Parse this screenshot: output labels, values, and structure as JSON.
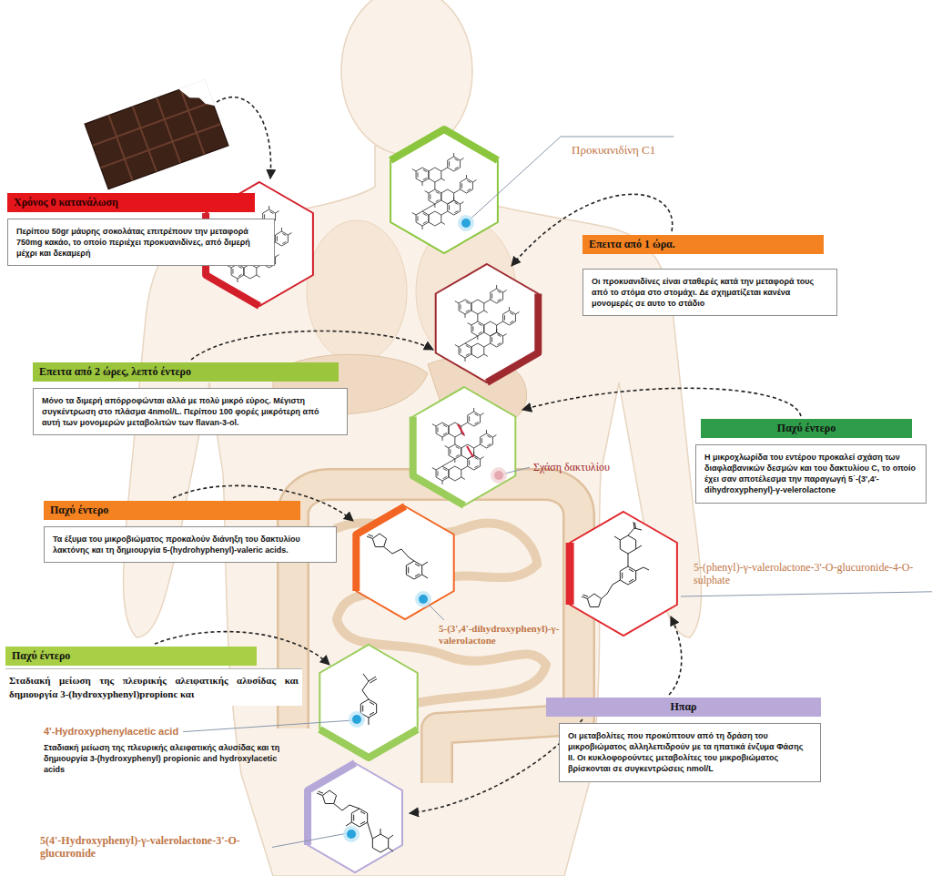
{
  "diagram": {
    "nodes": [
      {
        "text": [
          "Χρόνος 0 κατανάλωση",
          "Περίπου 50gr μάυρης σοκολάτας επιτρέπουν την μεταφορά 750mg κακάο, το οποίο περιέχει προκυανιδίνες, από διμερή μέχρι και δεκαμερή"
        ]
      },
      {
        "text": [
          "Επειτα από 1 ώρα.",
          "Οι προκυανιδίνες είναι σταθερές κατά την μεταφορά τους από το στόμα στο στομάχι. Δε σχηματίζεται κανένα μονομερές σε αυτο το στάδιο"
        ]
      },
      {
        "text": [
          "Επειτα από 2 ώρες, λεπτό έντερο",
          "Μόνο τα διμερή απόρροφώνται αλλά με πολύ μικρό εύρος. Μέγιστη συγκέντρωση στο πλάσμα 4nmol/L. Περίπου 100 φορές μικρότερη από αυτή των μονομερών μεταβολιτών των flavan-3-ol."
        ]
      },
      {
        "text": [
          "Παχύ έντερο",
          "Η μικροχλωρίδα του εντέρου προκαλεί σχάση των διαφλαβανικών δεσμών και του δακτυλίου C, το οποίο έχει σαν αποτέλεσμα την παραγωγή 5΄-(3',4'-dihydroxyphenyl)-γ-velerolactone"
        ]
      },
      {
        "text": [
          "Παχύ έντερο",
          "Τα έξυμα του μικροβιώματος προκαλούν διάνηξη του δακτυλίου λακτόνης και τη δημιουργία 5-(hydrohyphenyl)-valeric acids."
        ]
      },
      {
        "text": [
          "Παχύ έντερο",
          "Σταδιακή μείωση της πλευρικής αλειφατικής αλυσίδας και δημιουργία 3-(hydroxyphenyl)propionc και"
        ]
      },
      {
        "text": [
          "Ηπαρ",
          "Οι μεταβολίτες που προκύπτουν από τη δράση του μικροβιώματος αλληλεπιδρούν με τα ηπατικά ένζυμα Φάσης ΙΙ. Οι κυκλοφορούντες μεταβολίτες του μικροβιώματος βρίσκονται σε συγκεντρώσεις nmol/L"
        ]
      }
    ],
    "labels": [
      "Προκυανιδίνη C1",
      "Σχάση δακτυλίου",
      "5-(3',4'-dihydroxyphenyl)-γ-valerolactone",
      "5-(phenyl)-γ-valerolactone-3'-O-glucuronide-4-O-sulphate",
      "4'-Hydroxyphenylacetic acid",
      "Σταδιακή μείωση της πλευρικής αλειφατικής αλυσίδας και τη δημιουργία 3-(hydroxyphenyl) propionic and hydroxylacetic acids",
      "5(4'-Hydroxyphenyl)-γ-valerolactone-3'-O-glucuronide"
    ]
  }
}
